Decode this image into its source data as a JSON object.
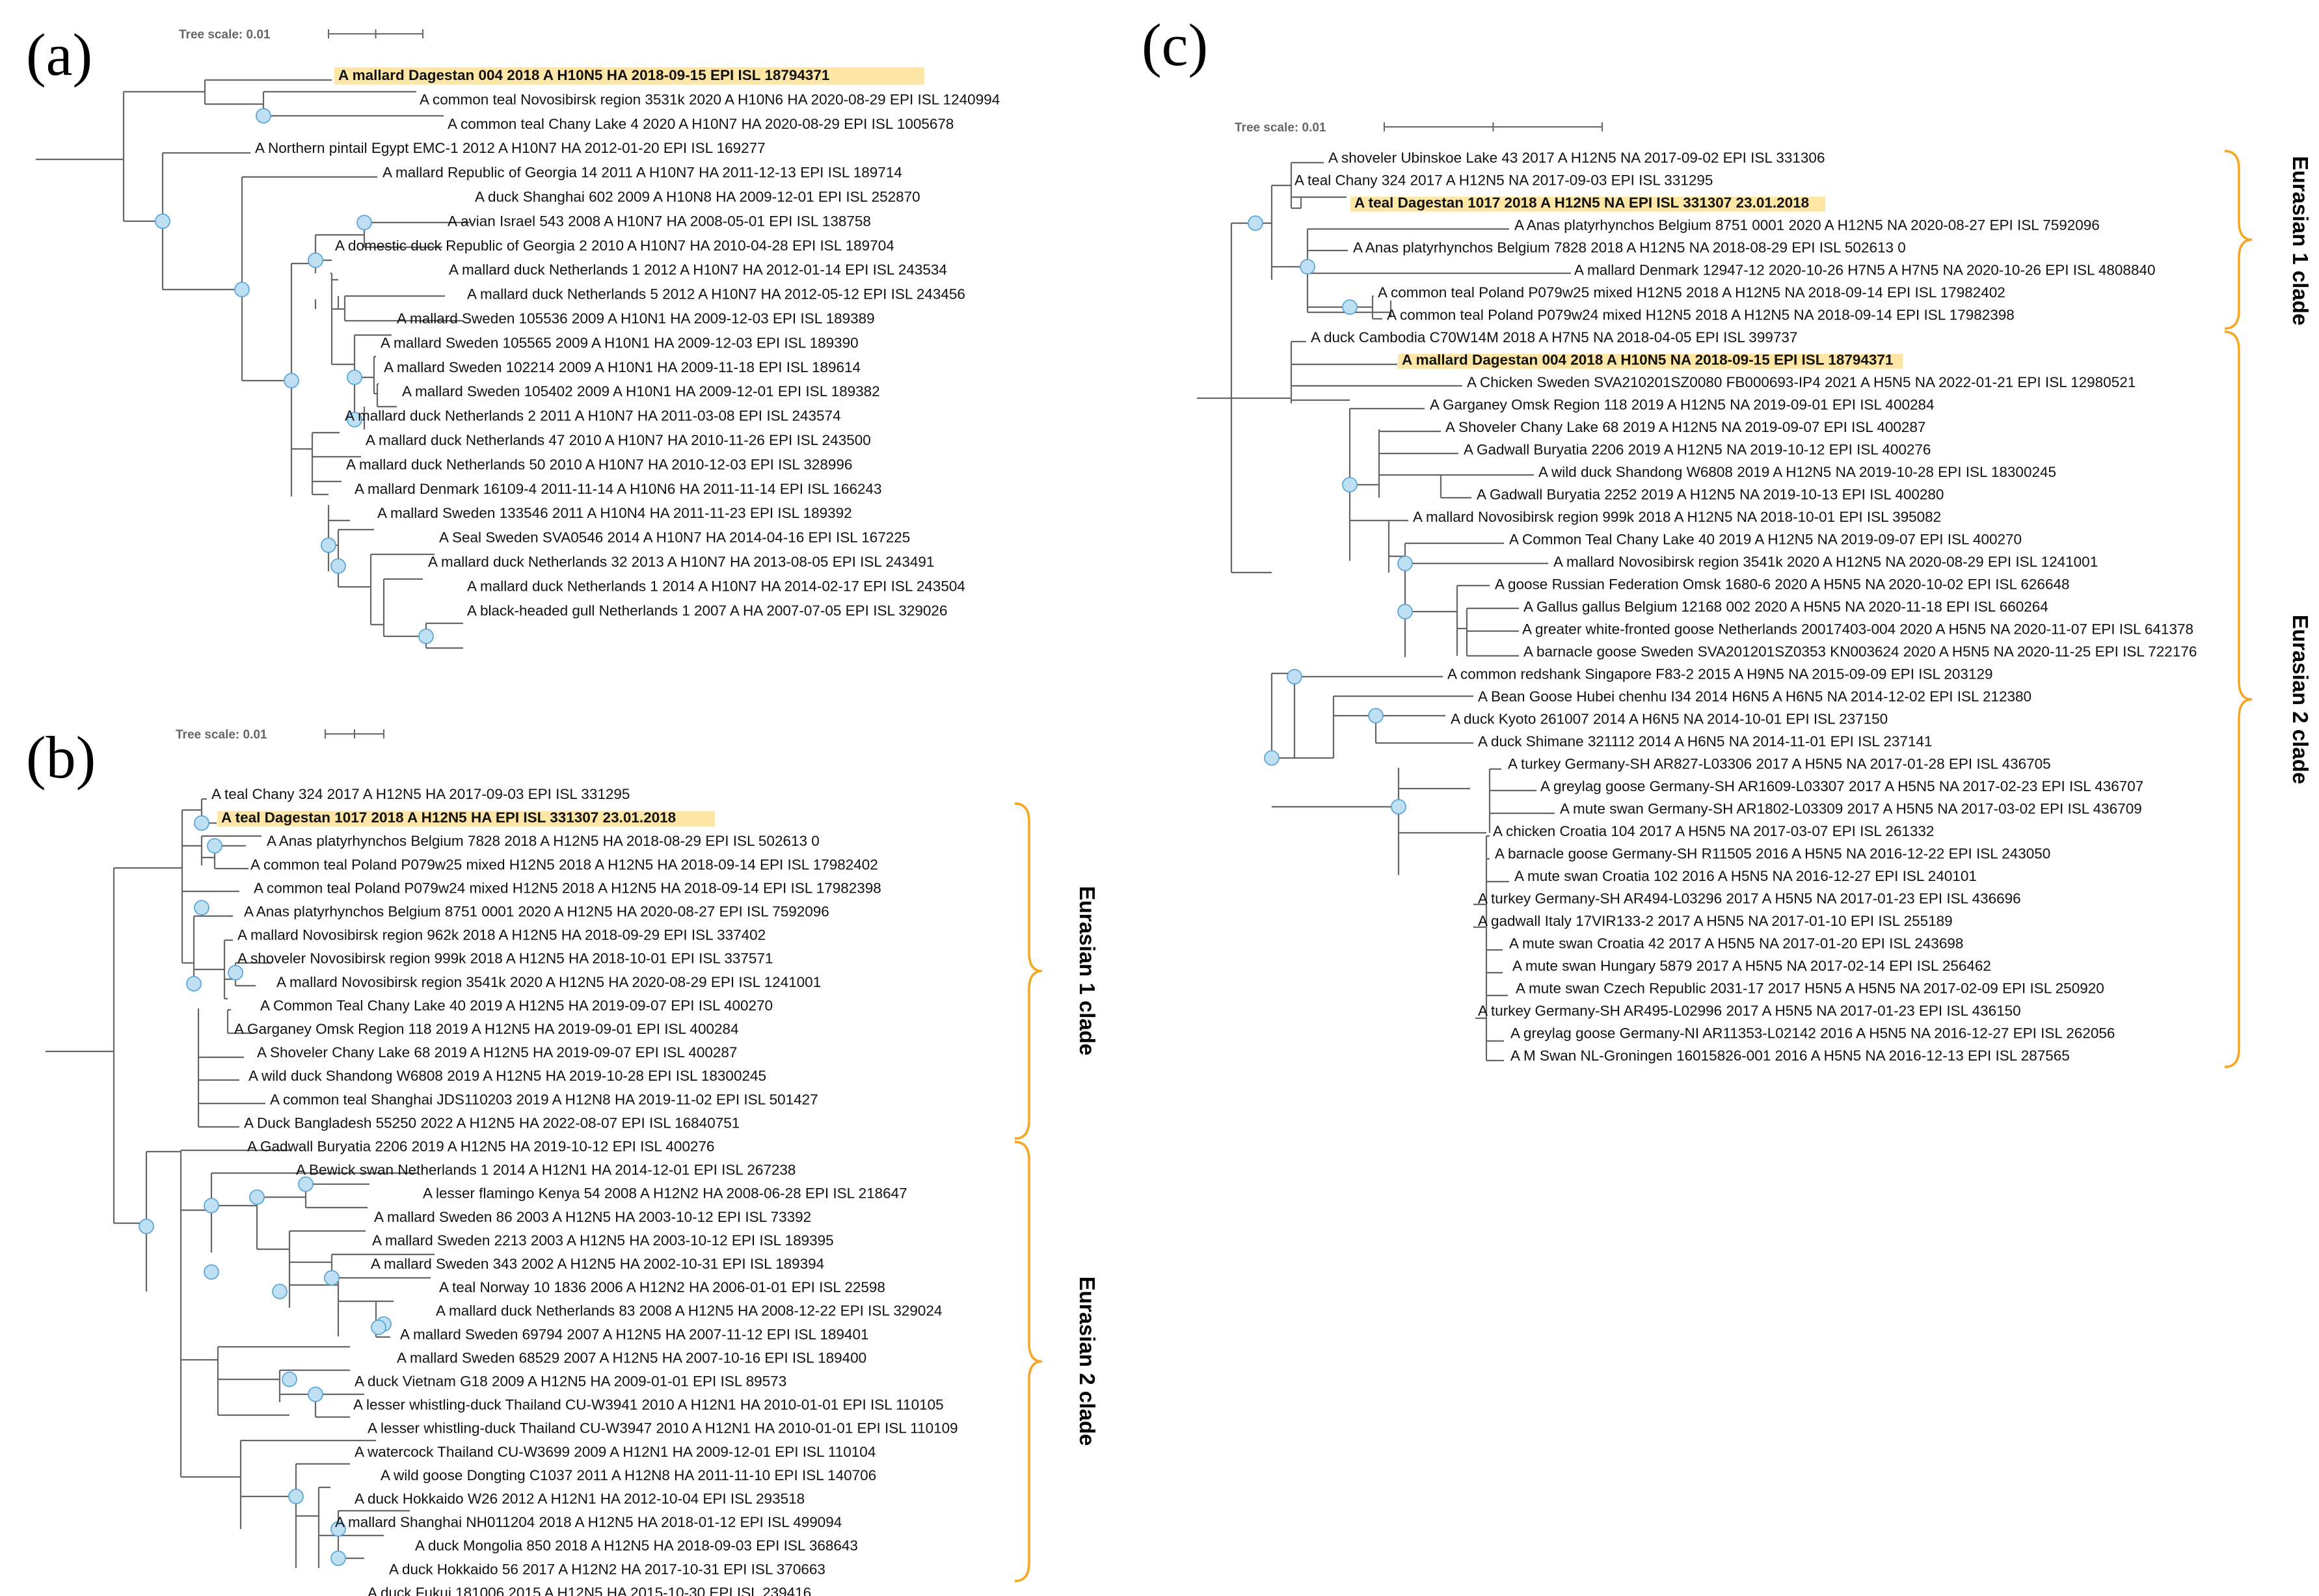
{
  "accent": {
    "highlight": "#fde6a6",
    "node": "#bfe0f3",
    "node_stroke": "#5aa7d8",
    "brace": "#f5a623",
    "branch": "#666666"
  },
  "scale_label": "Tree scale: 0.01",
  "panels": [
    {
      "letter": "(a)",
      "leaves": [
        {
          "text": "A mallard Dagestan 004 2018 A H10N5 HA 2018-09-15 EPI ISL 18794371",
          "highlight": true
        },
        {
          "text": "A common teal Novosibirsk region 3531k 2020 A H10N6 HA 2020-08-29 EPI ISL 1240994"
        },
        {
          "text": "A common teal Chany Lake 4 2020 A H10N7 HA 2020-08-29 EPI ISL 1005678"
        },
        {
          "text": "A Northern pintail Egypt EMC-1 2012 A H10N7 HA 2012-01-20 EPI ISL 169277"
        },
        {
          "text": "A mallard Republic of Georgia 14 2011 A H10N7 HA 2011-12-13 EPI ISL 189714"
        },
        {
          "text": "A duck Shanghai 602 2009 A H10N8 HA 2009-12-01 EPI ISL 252870"
        },
        {
          "text": "A avian Israel 543 2008 A H10N7 HA 2008-05-01 EPI ISL 138758"
        },
        {
          "text": "A domestic duck Republic of Georgia 2 2010 A H10N7 HA 2010-04-28 EPI ISL 189704"
        },
        {
          "text": "A mallard duck Netherlands 1 2012 A H10N7 HA 2012-01-14 EPI ISL 243534"
        },
        {
          "text": "A mallard duck Netherlands 5 2012 A H10N7 HA 2012-05-12 EPI ISL 243456"
        },
        {
          "text": "A mallard Sweden 105536 2009 A H10N1 HA 2009-12-03 EPI ISL 189389"
        },
        {
          "text": "A mallard Sweden 105565 2009 A H10N1 HA 2009-12-03 EPI ISL 189390"
        },
        {
          "text": "A mallard Sweden 102214 2009 A H10N1 HA 2009-11-18 EPI ISL 189614"
        },
        {
          "text": "A mallard Sweden 105402 2009 A H10N1 HA 2009-12-01 EPI ISL 189382"
        },
        {
          "text": "A mallard duck Netherlands 2 2011 A H10N7 HA 2011-03-08 EPI ISL 243574"
        },
        {
          "text": "A mallard duck Netherlands 47 2010 A H10N7 HA 2010-11-26 EPI ISL 243500"
        },
        {
          "text": "A mallard duck Netherlands 50 2010 A H10N7 HA 2010-12-03 EPI ISL 328996"
        },
        {
          "text": "A mallard Denmark 16109-4 2011-11-14 A H10N6 HA 2011-11-14 EPI ISL 166243"
        },
        {
          "text": "A mallard Sweden 133546 2011 A H10N4 HA 2011-11-23 EPI ISL 189392"
        },
        {
          "text": "A Seal Sweden SVA0546 2014 A H10N7 HA 2014-04-16 EPI ISL 167225"
        },
        {
          "text": "A mallard duck Netherlands 32 2013 A H10N7 HA 2013-08-05 EPI ISL 243491"
        },
        {
          "text": "A mallard duck Netherlands 1 2014 A H10N7 HA 2014-02-17 EPI ISL 243504"
        },
        {
          "text": "A black-headed gull Netherlands 1 2007 A HA 2007-07-05 EPI ISL 329026"
        }
      ],
      "clades": []
    },
    {
      "letter": "(b)",
      "leaves": [
        {
          "text": "A teal Chany 324 2017 A H12N5 HA 2017-09-03 EPI ISL 331295"
        },
        {
          "text": "A teal Dagestan 1017 2018 A H12N5 HA EPI ISL 331307 23.01.2018",
          "highlight": true
        },
        {
          "text": "A Anas platyrhynchos Belgium 7828 2018 A H12N5 HA 2018-08-29 EPI ISL 502613 0"
        },
        {
          "text": "A common teal Poland P079w25 mixed H12N5 2018 A H12N5 HA 2018-09-14 EPI ISL 17982402"
        },
        {
          "text": "A common teal Poland P079w24 mixed H12N5 2018 A H12N5 HA 2018-09-14 EPI ISL 17982398"
        },
        {
          "text": "A Anas platyrhynchos Belgium 8751 0001 2020 A H12N5 HA 2020-08-27 EPI ISL 7592096"
        },
        {
          "text": "A mallard Novosibirsk region 962k 2018 A H12N5 HA 2018-09-29 EPI ISL 337402"
        },
        {
          "text": "A shoveler Novosibirsk region 999k 2018 A H12N5 HA 2018-10-01 EPI ISL 337571"
        },
        {
          "text": "A mallard Novosibirsk region 3541k 2020 A H12N5 HA 2020-08-29 EPI ISL 1241001"
        },
        {
          "text": "A Common Teal Chany Lake 40 2019 A H12N5 HA 2019-09-07 EPI ISL 400270"
        },
        {
          "text": "A Garganey Omsk Region 118 2019 A H12N5 HA 2019-09-01 EPI ISL 400284"
        },
        {
          "text": "A Shoveler Chany Lake 68 2019 A H12N5 HA 2019-09-07 EPI ISL 400287"
        },
        {
          "text": "A wild duck Shandong W6808 2019 A H12N5 HA 2019-10-28 EPI ISL 18300245"
        },
        {
          "text": "A common teal Shanghai JDS110203 2019 A H12N8 HA 2019-11-02 EPI ISL 501427"
        },
        {
          "text": "A Duck Bangladesh 55250 2022 A H12N5 HA 2022-08-07 EPI ISL 16840751"
        },
        {
          "text": "A Gadwall Buryatia 2206 2019 A H12N5 HA 2019-10-12 EPI ISL 400276"
        },
        {
          "text": "A Bewick swan Netherlands 1 2014 A H12N1 HA 2014-12-01 EPI ISL 267238"
        },
        {
          "text": "A lesser flamingo Kenya 54 2008 A H12N2 HA 2008-06-28 EPI ISL 218647"
        },
        {
          "text": "A mallard Sweden 86 2003 A H12N5 HA 2003-10-12 EPI ISL 73392"
        },
        {
          "text": "A mallard Sweden 2213 2003 A H12N5 HA 2003-10-12 EPI ISL 189395"
        },
        {
          "text": "A mallard Sweden 343 2002 A H12N5 HA 2002-10-31 EPI ISL 189394"
        },
        {
          "text": "A teal Norway 10 1836 2006 A H12N2 HA 2006-01-01 EPI ISL 22598"
        },
        {
          "text": "A mallard duck Netherlands 83 2008 A H12N5 HA 2008-12-22 EPI ISL 329024"
        },
        {
          "text": "A mallard Sweden 69794 2007 A H12N5 HA 2007-11-12 EPI ISL 189401"
        },
        {
          "text": "A mallard Sweden 68529 2007 A H12N5 HA 2007-10-16 EPI ISL 189400"
        },
        {
          "text": "A duck Vietnam G18 2009 A H12N5 HA 2009-01-01 EPI ISL 89573"
        },
        {
          "text": "A lesser whistling-duck Thailand CU-W3941 2010 A H12N1 HA 2010-01-01 EPI ISL 110105"
        },
        {
          "text": "A lesser whistling-duck Thailand CU-W3947 2010 A H12N1 HA 2010-01-01 EPI ISL 110109"
        },
        {
          "text": "A watercock Thailand CU-W3699 2009 A H12N1 HA 2009-12-01 EPI ISL 110104"
        },
        {
          "text": "A wild goose Dongting C1037 2011 A H12N8 HA 2011-11-10 EPI ISL 140706"
        },
        {
          "text": "A duck Hokkaido W26 2012 A H12N1 HA 2012-10-04 EPI ISL 293518"
        },
        {
          "text": "A mallard Shanghai NH011204 2018 A H12N5 HA 2018-01-12 EPI ISL 499094"
        },
        {
          "text": "A duck Mongolia 850 2018 A H12N5 HA 2018-09-03 EPI ISL 368643"
        },
        {
          "text": "A duck Hokkaido 56 2017 A H12N2 HA 2017-10-31 EPI ISL 370663"
        },
        {
          "text": "A duck Fukui 181006 2015 A H12N5 HA 2015-10-30 EPI ISL 239416"
        }
      ],
      "clades": [
        {
          "label": "Eurasian 1 clade"
        },
        {
          "label": "Eurasian 2 clade"
        }
      ]
    },
    {
      "letter": "(c)",
      "leaves": [
        {
          "text": "A shoveler Ubinskoe Lake 43 2017 A H12N5 NA 2017-09-02 EPI ISL 331306"
        },
        {
          "text": "A teal Chany 324 2017 A H12N5 NA 2017-09-03 EPI ISL 331295"
        },
        {
          "text": "A teal Dagestan 1017 2018 A H12N5 NA EPI ISL 331307 23.01.2018",
          "highlight": true
        },
        {
          "text": "A Anas platyrhynchos Belgium 8751 0001 2020 A H12N5 NA 2020-08-27 EPI ISL 7592096"
        },
        {
          "text": "A Anas platyrhynchos Belgium 7828 2018 A H12N5 NA 2018-08-29 EPI ISL 502613 0"
        },
        {
          "text": "A mallard Denmark 12947-12 2020-10-26 H7N5 A H7N5 NA 2020-10-26 EPI ISL 4808840"
        },
        {
          "text": "A common teal Poland P079w25 mixed H12N5 2018 A H12N5 NA 2018-09-14 EPI ISL 17982402"
        },
        {
          "text": "A common teal Poland P079w24 mixed H12N5 2018 A H12N5 NA 2018-09-14 EPI ISL 17982398"
        },
        {
          "text": "A duck Cambodia C70W14M 2018 A H7N5 NA 2018-04-05 EPI ISL 399737"
        },
        {
          "text": "A mallard Dagestan 004 2018 A H10N5 NA 2018-09-15 EPI ISL 18794371",
          "highlight": true
        },
        {
          "text": "A Chicken Sweden SVA210201SZ0080 FB000693-IP4 2021 A H5N5 NA 2022-01-21 EPI ISL 12980521"
        },
        {
          "text": "A Garganey Omsk Region 118 2019 A H12N5 NA 2019-09-01 EPI ISL 400284"
        },
        {
          "text": "A Shoveler Chany Lake 68 2019 A H12N5 NA 2019-09-07 EPI ISL 400287"
        },
        {
          "text": "A Gadwall Buryatia 2206 2019 A H12N5 NA 2019-10-12 EPI ISL 400276"
        },
        {
          "text": "A wild duck Shandong W6808 2019 A H12N5 NA 2019-10-28 EPI ISL 18300245"
        },
        {
          "text": "A Gadwall Buryatia 2252 2019 A H12N5 NA 2019-10-13 EPI ISL 400280"
        },
        {
          "text": "A mallard Novosibirsk region 999k 2018 A H12N5 NA 2018-10-01 EPI ISL 395082"
        },
        {
          "text": "A Common Teal Chany Lake 40 2019 A H12N5 NA 2019-09-07 EPI ISL 400270"
        },
        {
          "text": "A mallard Novosibirsk region 3541k 2020 A H12N5 NA 2020-08-29 EPI ISL 1241001"
        },
        {
          "text": "A goose Russian Federation Omsk 1680-6 2020 A H5N5 NA 2020-10-02 EPI ISL 626648"
        },
        {
          "text": "A Gallus gallus Belgium 12168 002 2020 A H5N5 NA 2020-11-18 EPI ISL 660264"
        },
        {
          "text": "A greater white-fronted goose Netherlands 20017403-004 2020 A H5N5 NA 2020-11-07 EPI ISL 641378"
        },
        {
          "text": "A barnacle goose Sweden SVA201201SZ0353 KN003624 2020 A H5N5 NA 2020-11-25 EPI ISL 722176"
        },
        {
          "text": "A common redshank Singapore F83-2 2015 A H9N5 NA 2015-09-09 EPI ISL 203129"
        },
        {
          "text": "A Bean Goose Hubei chenhu I34 2014 H6N5 A H6N5 NA 2014-12-02 EPI ISL 212380"
        },
        {
          "text": "A duck Kyoto 261007 2014 A H6N5 NA 2014-10-01 EPI ISL 237150"
        },
        {
          "text": "A duck Shimane 321112 2014 A H6N5 NA 2014-11-01 EPI ISL 237141"
        },
        {
          "text": "A turkey Germany-SH AR827-L03306 2017 A H5N5 NA 2017-01-28 EPI ISL 436705"
        },
        {
          "text": "A greylag goose Germany-SH AR1609-L03307 2017 A H5N5 NA 2017-02-23 EPI ISL 436707"
        },
        {
          "text": "A mute swan Germany-SH AR1802-L03309 2017 A H5N5 NA 2017-03-02 EPI ISL 436709"
        },
        {
          "text": "A chicken Croatia 104 2017 A H5N5 NA 2017-03-07 EPI ISL 261332"
        },
        {
          "text": "A barnacle goose Germany-SH R11505 2016 A H5N5 NA 2016-12-22 EPI ISL 243050"
        },
        {
          "text": "A mute swan Croatia 102 2016 A H5N5 NA 2016-12-27 EPI ISL 240101"
        },
        {
          "text": "A turkey Germany-SH AR494-L03296 2017 A H5N5 NA 2017-01-23 EPI ISL 436696"
        },
        {
          "text": "A gadwall Italy 17VIR133-2 2017 A H5N5 NA 2017-01-10 EPI ISL 255189"
        },
        {
          "text": "A mute swan Croatia 42 2017 A H5N5 NA 2017-01-20 EPI ISL 243698"
        },
        {
          "text": "A mute swan Hungary 5879 2017 A H5N5 NA 2017-02-14 EPI ISL 256462"
        },
        {
          "text": "A mute swan Czech Republic 2031-17 2017 H5N5 A H5N5 NA 2017-02-09 EPI ISL 250920"
        },
        {
          "text": "A turkey Germany-SH AR495-L02996 2017 A H5N5 NA 2017-01-23 EPI ISL 436150"
        },
        {
          "text": "A greylag goose Germany-NI AR11353-L02142 2016 A H5N5 NA 2016-12-27 EPI ISL 262056"
        },
        {
          "text": "A M Swan NL-Groningen 16015826-001 2016 A H5N5 NA 2016-12-13 EPI ISL 287565"
        }
      ],
      "clades": [
        {
          "label": "Eurasian 1 clade"
        },
        {
          "label": "Eurasian 2 clade"
        }
      ]
    }
  ]
}
